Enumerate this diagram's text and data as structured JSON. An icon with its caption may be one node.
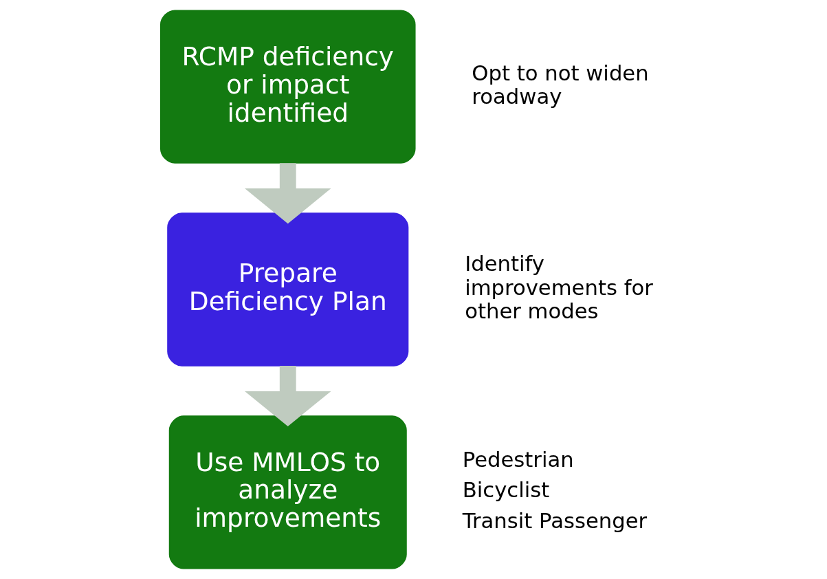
{
  "diagram": {
    "nodes": [
      {
        "text": [
          "RCMP deficiency or impact identified"
        ],
        "beside": [
          "Opt to not widen roadway"
        ]
      },
      {
        "text": [
          "Prepare Deficiency Plan"
        ],
        "beside": [
          "Identify improvements for other modes"
        ]
      },
      {
        "text": [
          "Use MMLOS to analyze improvements"
        ],
        "beside": [
          "Pedestrian",
          "Bicyclist",
          "Transit Passenger"
        ]
      }
    ],
    "edges": [
      {
        "from": 0,
        "to": 1,
        "arrow": "to"
      },
      {
        "from": 1,
        "to": 2,
        "arrow": "to"
      }
    ]
  }
}
